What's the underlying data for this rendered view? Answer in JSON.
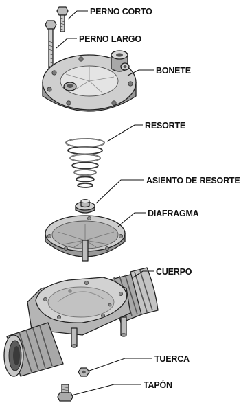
{
  "labels": {
    "perno_corto": "PERNO CORTO",
    "perno_largo": "PERNO LARGO",
    "bonete": "BONETE",
    "resorte": "RESORTE",
    "asiento_de_resorte": "ASIENTO DE RESORTE",
    "diafragma": "DIAFRAGMA",
    "cuerpo": "CUERPO",
    "tuerca": "TUERCA",
    "tapon": "TAPÓN"
  },
  "colors": {
    "part_fill": "#c9c9c9",
    "part_shade": "#9a9a9a",
    "part_dark": "#6e6e6e",
    "part_light": "#e6e6e6",
    "outline": "#222222",
    "label": "#111111"
  }
}
